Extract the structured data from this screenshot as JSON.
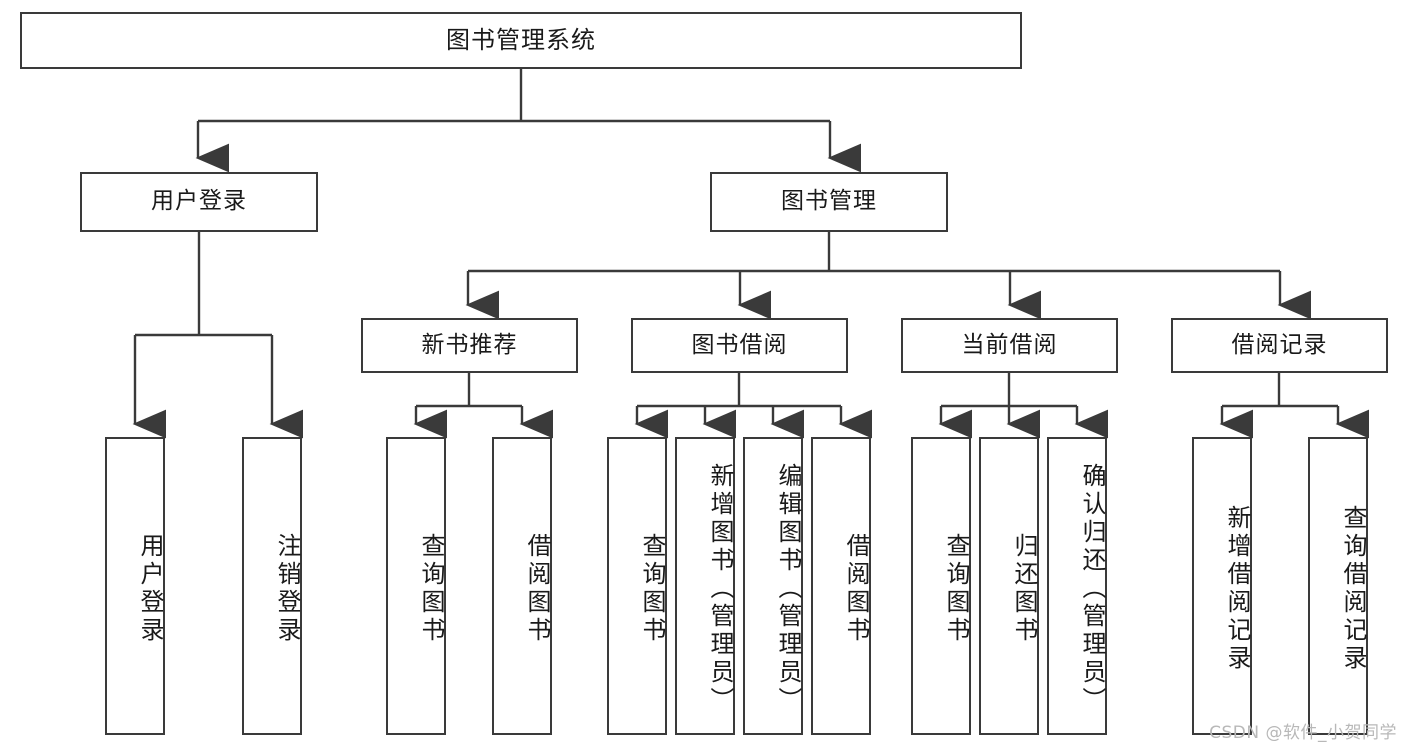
{
  "diagram": {
    "title": "图书管理系统",
    "type": "tree",
    "root": {
      "label": "图书管理系统"
    },
    "level2": [
      {
        "id": "user-login",
        "label": "用户登录"
      },
      {
        "id": "book-management",
        "label": "图书管理"
      }
    ],
    "level3": [
      {
        "id": "new-book-recommend",
        "label": "新书推荐",
        "parent": "book-management"
      },
      {
        "id": "book-borrow",
        "label": "图书借阅",
        "parent": "book-management"
      },
      {
        "id": "current-borrow",
        "label": "当前借阅",
        "parent": "book-management"
      },
      {
        "id": "borrow-record",
        "label": "借阅记录",
        "parent": "book-management"
      }
    ],
    "leaves": {
      "user-login": [
        {
          "id": "leaf-user-login",
          "label": "用户登录"
        },
        {
          "id": "leaf-user-logout",
          "label": "注销登录"
        }
      ],
      "new-book-recommend": [
        {
          "id": "leaf-query-book-1",
          "label": "查询图书"
        },
        {
          "id": "leaf-borrow-book-1",
          "label": "借阅图书"
        }
      ],
      "book-borrow": [
        {
          "id": "leaf-query-book-2",
          "label": "查询图书"
        },
        {
          "id": "leaf-add-book",
          "label": "新增图书（管理员）"
        },
        {
          "id": "leaf-edit-book",
          "label": "编辑图书（管理员）"
        },
        {
          "id": "leaf-borrow-book-2",
          "label": "借阅图书"
        }
      ],
      "current-borrow": [
        {
          "id": "leaf-query-book-3",
          "label": "查询图书"
        },
        {
          "id": "leaf-return-book",
          "label": "归还图书"
        },
        {
          "id": "leaf-confirm-return",
          "label": "确认归还（管理员）"
        }
      ],
      "borrow-record": [
        {
          "id": "leaf-add-record",
          "label": "新增借阅记录"
        },
        {
          "id": "leaf-query-record",
          "label": "查询借阅记录"
        }
      ]
    }
  },
  "watermark": {
    "text": "CSDN @软件_小贺同学"
  },
  "colors": {
    "stroke": "#3a3a3a",
    "box_fill": "#ffffff",
    "text": "#1a1a1a",
    "watermark": "#b8b8b8",
    "background": "#ffffff"
  }
}
